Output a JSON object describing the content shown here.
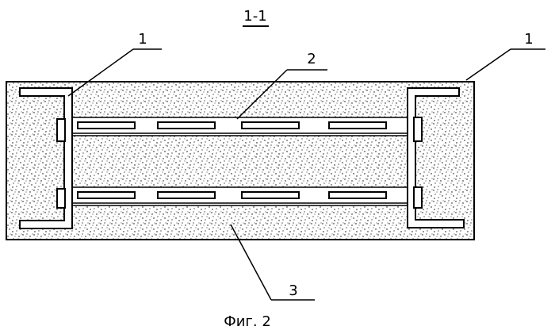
{
  "section_label": "1-1",
  "caption": "Фиг. 2",
  "callouts": [
    {
      "id": "left-profile",
      "text": "1"
    },
    {
      "id": "right-profile",
      "text": "1"
    },
    {
      "id": "inner-element",
      "text": "2"
    },
    {
      "id": "concrete-fill",
      "text": "3"
    }
  ]
}
